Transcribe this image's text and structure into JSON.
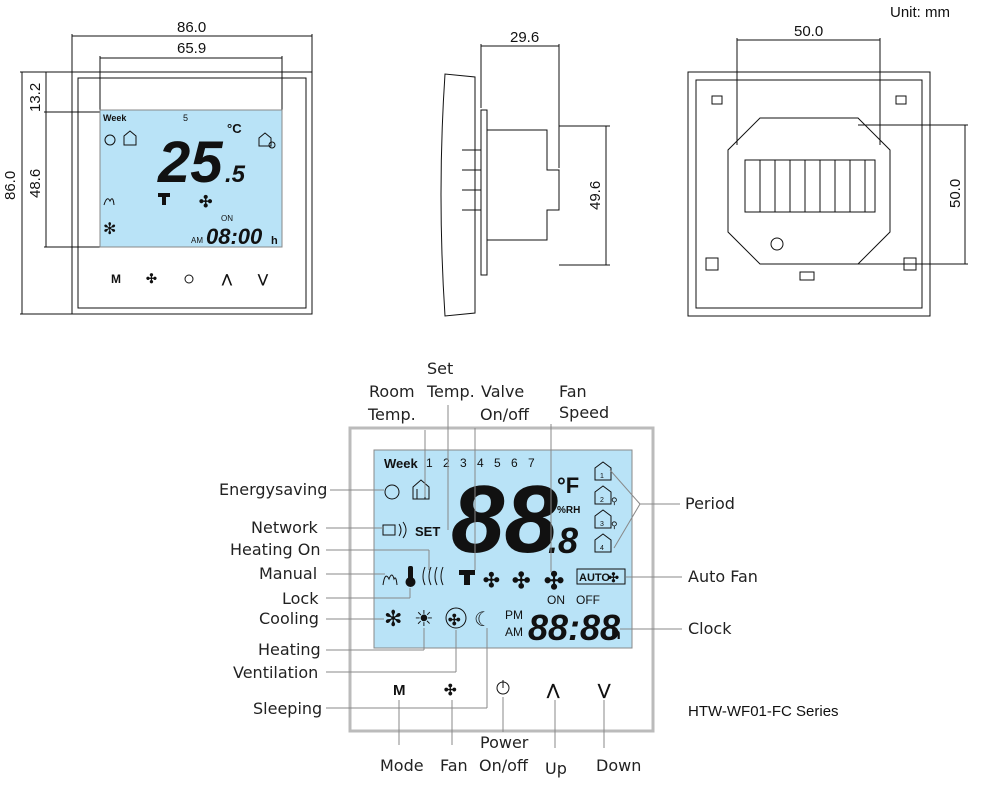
{
  "unit_label": "Unit: mm",
  "front_view": {
    "width_outer": "86.0",
    "width_inner": "65.9",
    "height_outer": "86.0",
    "offset_top": "13.2",
    "height_inner": "48.6",
    "lcd": {
      "week": "Week",
      "day": "5",
      "temp_main": "25",
      "temp_decimal": ".5",
      "unit": "°C",
      "on": "ON",
      "am": "AM",
      "clock": "08:00",
      "h": "h"
    }
  },
  "side_view": {
    "depth": "29.6",
    "height": "49.6"
  },
  "back_view": {
    "width": "50.0",
    "height": "50.0"
  },
  "lcd_detail": {
    "week": "Week",
    "days": [
      "1",
      "2",
      "3",
      "4",
      "5",
      "6",
      "7"
    ],
    "big_digits": "88",
    "decimal": ".8",
    "unit_f": "°F",
    "rh": "%RH",
    "set": "SET",
    "auto": "AUTO",
    "on": "ON",
    "off": "OFF",
    "pm": "PM",
    "am": "AM",
    "clock": "88:88",
    "h": "h",
    "lcd_color": "#b9e3f7"
  },
  "callouts": {
    "room_temp_1": "Room",
    "room_temp_2": "Temp.",
    "set_temp_1": "Set",
    "set_temp_2": "Temp.",
    "valve_1": "Valve",
    "valve_2": "On/off",
    "fan_speed_1": "Fan",
    "fan_speed_2": "Speed",
    "energysaving": "Energysaving",
    "network": "Network",
    "heating_on": "Heating On",
    "manual": "Manual",
    "lock": "Lock",
    "cooling": "Cooling",
    "heating": "Heating",
    "ventilation": "Ventilation",
    "sleeping": "Sleeping",
    "period": "Period",
    "auto_fan": "Auto Fan",
    "clock": "Clock",
    "mode": "Mode",
    "fan": "Fan",
    "power_1": "Power",
    "power_2": "On/off",
    "up": "Up",
    "down": "Down"
  },
  "buttons": {
    "mode": "M",
    "up": "⋀",
    "down": "⋁"
  },
  "series_label": "HTW-WF01-FC Series"
}
